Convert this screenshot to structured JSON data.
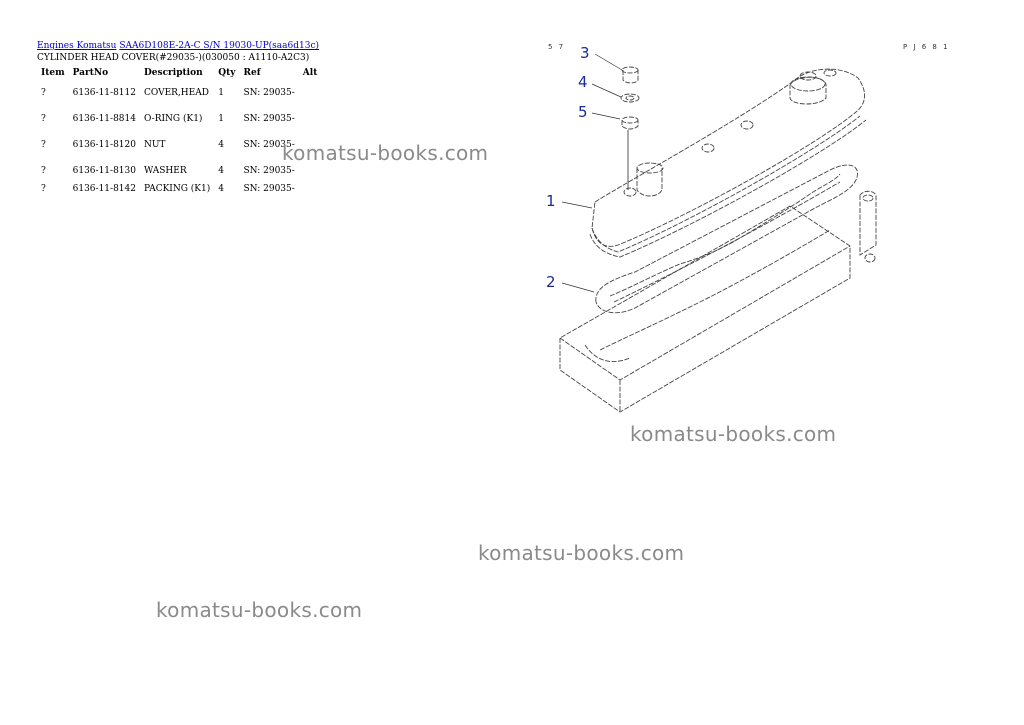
{
  "breadcrumb": {
    "link1": "Engines Komatsu",
    "link2": "SAA6D108E-2A-C S/N 19030-UP(saa6d13c)"
  },
  "subtitle": "CYLINDER HEAD COVER(#29035-)(030050 : A1110-A2C3)",
  "table": {
    "headers": [
      "Item",
      "PartNo",
      "Description",
      "Qty",
      "Ref",
      "Alt"
    ],
    "rows": [
      {
        "item": "?",
        "partno": "6136-11-8112",
        "description": "COVER,HEAD",
        "qty": "1",
        "ref": "SN: 29035-",
        "alt": ""
      },
      {
        "item": "?",
        "partno": "6136-11-8814",
        "description": "O-RING (K1)",
        "qty": "1",
        "ref": "SN: 29035-",
        "alt": ""
      },
      {
        "item": "?",
        "partno": "6136-11-8120",
        "description": "NUT",
        "qty": "4",
        "ref": "SN: 29035-",
        "alt": ""
      },
      {
        "item": "?",
        "partno": "6136-11-8130",
        "description": "WASHER",
        "qty": "4",
        "ref": "SN: 29035-",
        "alt": ""
      },
      {
        "item": "?",
        "partno": "6136-11-8142",
        "description": "PACKING (K1)",
        "qty": "4",
        "ref": "SN: 29035-",
        "alt": ""
      }
    ]
  },
  "diagram": {
    "page_left": "5 7",
    "page_right": "P J 6 8 1",
    "callouts": [
      "1",
      "2",
      "3",
      "4",
      "5"
    ]
  },
  "watermarks": [
    "komatsu-books.com",
    "komatsu-books.com",
    "komatsu-books.com",
    "komatsu-books.com"
  ]
}
